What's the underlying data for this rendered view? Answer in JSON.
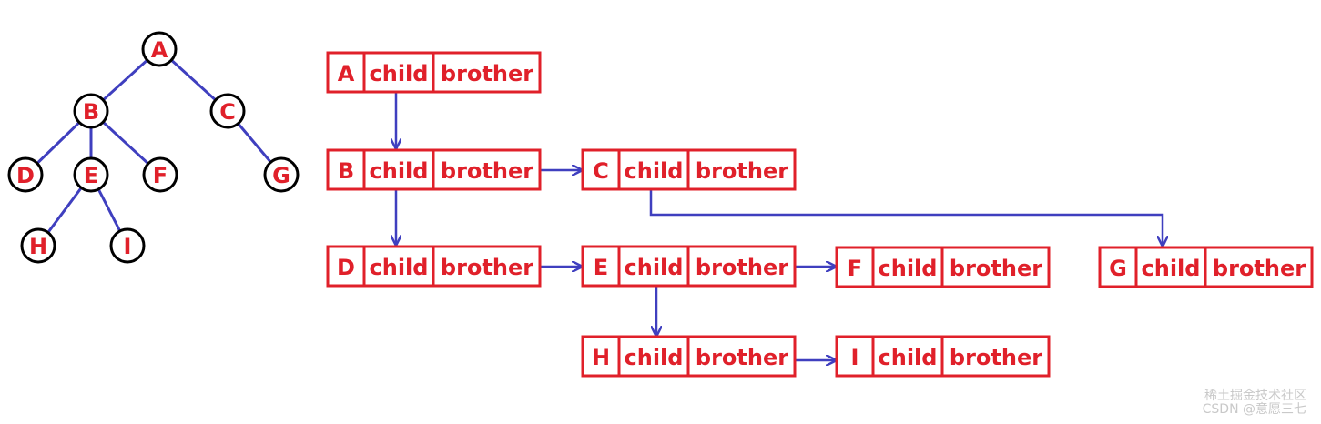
{
  "tree": {
    "nodes": {
      "A": "A",
      "B": "B",
      "C": "C",
      "D": "D",
      "E": "E",
      "F": "F",
      "G": "G",
      "H": "H",
      "I": "I"
    }
  },
  "records": [
    {
      "id": "A",
      "letter": "A",
      "child": "child",
      "brother": "brother"
    },
    {
      "id": "B",
      "letter": "B",
      "child": "child",
      "brother": "brother"
    },
    {
      "id": "C",
      "letter": "C",
      "child": "child",
      "brother": "brother"
    },
    {
      "id": "D",
      "letter": "D",
      "child": "child",
      "brother": "brother"
    },
    {
      "id": "E",
      "letter": "E",
      "child": "child",
      "brother": "brother"
    },
    {
      "id": "F",
      "letter": "F",
      "child": "child",
      "brother": "brother"
    },
    {
      "id": "G",
      "letter": "G",
      "child": "child",
      "brother": "brother"
    },
    {
      "id": "H",
      "letter": "H",
      "child": "child",
      "brother": "brother"
    },
    {
      "id": "I",
      "letter": "I",
      "child": "child",
      "brother": "brother"
    }
  ],
  "watermark": {
    "line1": "稀土掘金技术社区",
    "line2": "CSDN @意愿三七"
  },
  "colors": {
    "red": "#e0202a",
    "blue": "#3f3fbf",
    "black": "#000000"
  }
}
